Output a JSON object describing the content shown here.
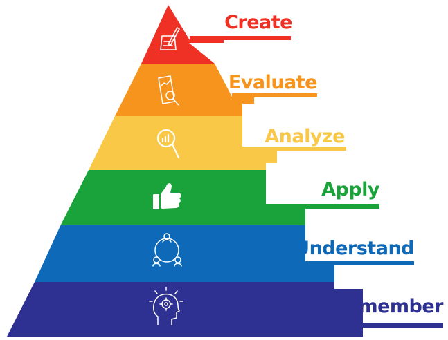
{
  "levels": [
    {
      "label": "Create",
      "color": "#EE3124",
      "icon": "pencil-document-icon"
    },
    {
      "label": "Evaluate",
      "color": "#F7941D",
      "icon": "report-magnifier-icon"
    },
    {
      "label": "Analyze",
      "color": "#F9C846",
      "icon": "magnifier-chart-icon"
    },
    {
      "label": "Apply",
      "color": "#1AA33B",
      "icon": "thumbs-up-icon"
    },
    {
      "label": "Understand",
      "color": "#0E6AB8",
      "icon": "people-circle-icon"
    },
    {
      "label": "Remember",
      "color": "#2E3192",
      "icon": "head-gear-icon"
    }
  ]
}
